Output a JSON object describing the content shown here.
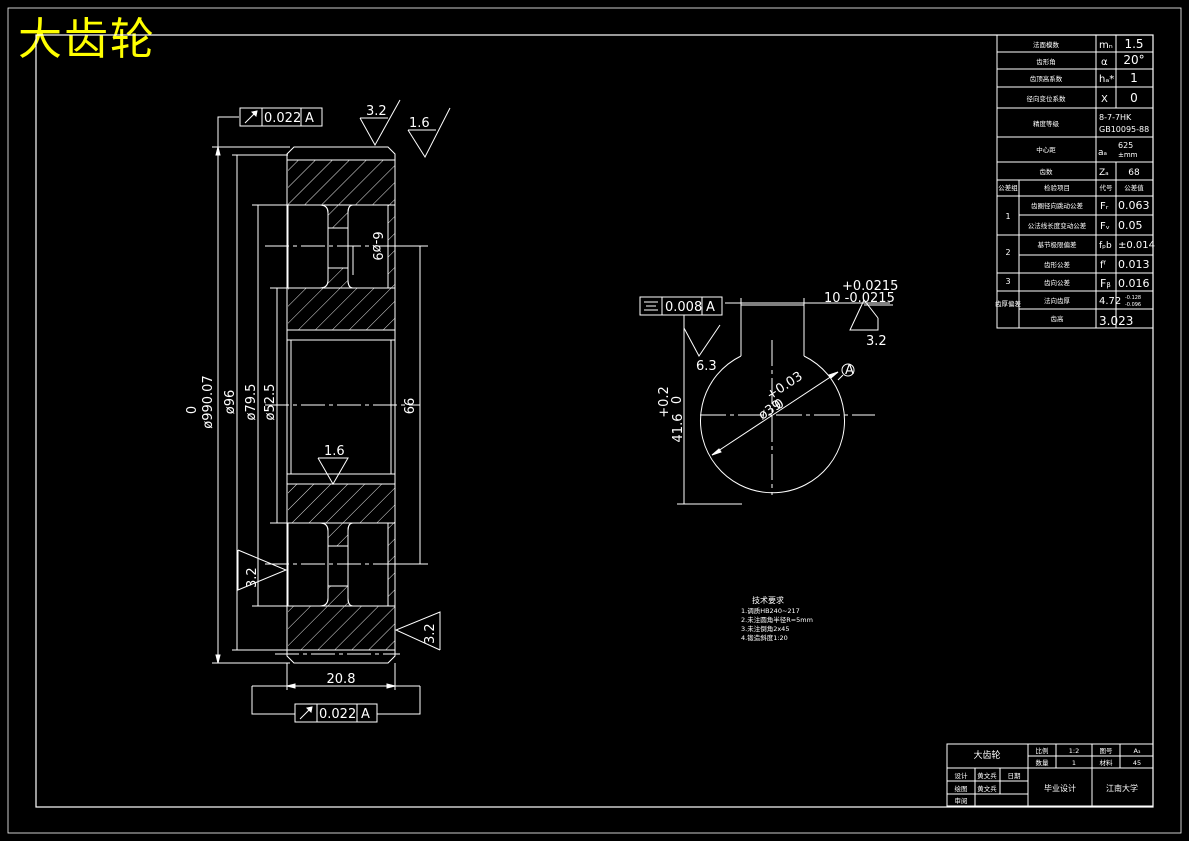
{
  "drawing_title": "大齿轮",
  "params": {
    "rows": [
      {
        "name": "法面模数",
        "sym": "mₙ",
        "val": "1.5"
      },
      {
        "name": "齿形角",
        "sym": "α",
        "val": "20°"
      },
      {
        "name": "齿顶高系数",
        "sym": "hₐ*",
        "val": "1"
      },
      {
        "name": "径向变位系数",
        "sym": "X",
        "val": "0"
      },
      {
        "name": "精度等级",
        "sym": "",
        "val": "8-7-7HK",
        "val2": "GB10095-88"
      },
      {
        "name": "中心距",
        "sym": "aₐ",
        "val": "625",
        "val2": "±mm"
      },
      {
        "name": "齿数",
        "sym": "Zₐ",
        "val": "68"
      }
    ],
    "check_header": {
      "group": "公差组",
      "item": "检验项目",
      "code": "代号",
      "tol": "公差值"
    },
    "checks": [
      {
        "group": "1",
        "item": "齿圈径向跳动公差",
        "code": "Fᵣ",
        "val": "0.063"
      },
      {
        "group": "",
        "item": "公法线长度变动公差",
        "code": "Fᵥ",
        "val": "0.05"
      },
      {
        "group": "2",
        "item": "基节极限偏差",
        "code": "fₚb",
        "val": "±0.014"
      },
      {
        "group": "",
        "item": "齿形公差",
        "code": "fᶠ",
        "val": "0.013"
      },
      {
        "group": "3",
        "item": "齿向公差",
        "code": "Fᵦ",
        "val": "0.016"
      },
      {
        "group": "齿厚偏差",
        "item": "法向齿厚",
        "code": "",
        "val": "4.72",
        "val_sup": "-0.128",
        "val_sub": "-0.096"
      },
      {
        "group": "",
        "item": "齿高",
        "code": "",
        "val": "3.023"
      }
    ]
  },
  "gear_view": {
    "runout_frame_top": {
      "tol": "0.022",
      "datum": "A"
    },
    "runout_frame_bottom": {
      "tol": "0.022",
      "datum": "A"
    },
    "roughness_top_left": "3.2",
    "roughness_top_right": "1.6",
    "roughness_bore": "1.6",
    "roughness_left": "3.2",
    "roughness_right": "3.2",
    "dim_outer_tol_upper": "0",
    "dim_outer": "ø990.07",
    "dim_96": "ø96",
    "dim_79_5": "ø79.5",
    "dim_52_5": "ø52.5",
    "dim_66": "66",
    "dim_holes": "6-ø9",
    "dim_width": "20.8"
  },
  "keyway_view": {
    "sym_frame": {
      "tol": "0.008",
      "datum": "A"
    },
    "key_tol_upper": "+0.0215",
    "key_dim": "10 -0.0215",
    "rough_left": "6.3",
    "rough_right": "3.2",
    "bore_dim": "ø39",
    "bore_tol_upper": "+0.03",
    "bore_tol_lower": "0",
    "depth_dim": "41.6",
    "depth_tol_upper": "+0.2",
    "depth_tol_lower": "0"
  },
  "tech_notes": {
    "heading": "技术要求",
    "lines": [
      "1.调质HB240~217",
      "2.未注圆角半径R=5mm",
      "3.未注倒角2x45",
      "4.锻造斜度1:20"
    ]
  },
  "title_block": {
    "part": "大齿轮",
    "scale_label": "比例",
    "scale": "1:2",
    "drawing_no_label": "图号",
    "drawing_no": "A₃",
    "qty_label": "数量",
    "qty": "1",
    "material_label": "材料",
    "material": "45",
    "design_label": "设计",
    "designer": "黄文兵",
    "date_label": "日期",
    "draw_label": "绘图",
    "drawer": "黄文兵",
    "review_label": "审阅",
    "project": "毕业设计",
    "school": "江南大学"
  }
}
